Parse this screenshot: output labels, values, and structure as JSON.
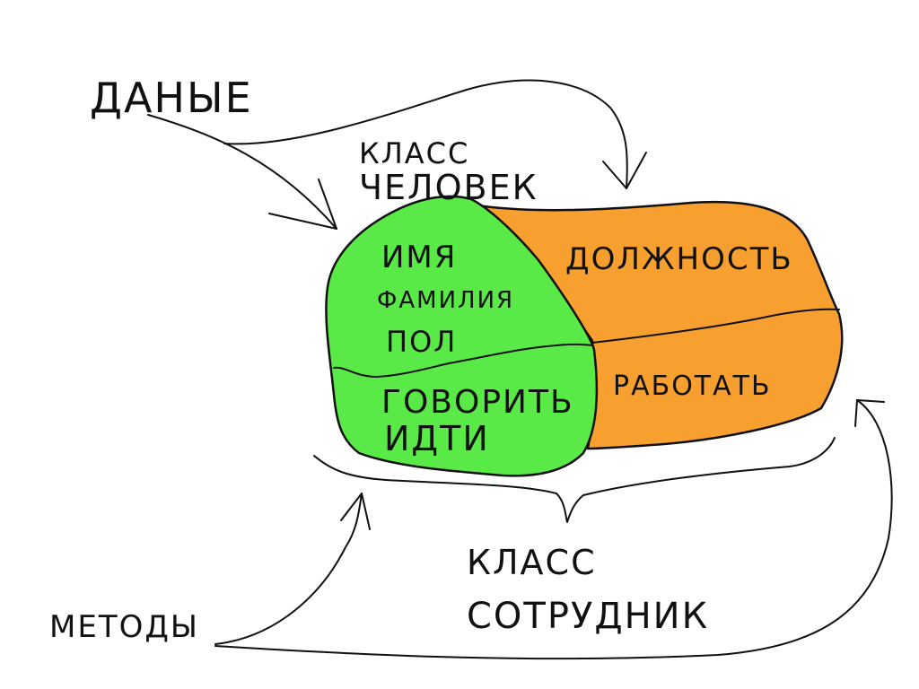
{
  "labels": {
    "data": "ДАНЫЕ",
    "methods": "МЕТОДЫ",
    "class_person_line1": "КЛАСС",
    "class_person_line2": "ЧЕЛОВЕК",
    "class_employee_line1": "КЛАСС",
    "class_employee_line2": "СОТРУДНИК"
  },
  "person_block": {
    "fields": [
      "ИМЯ",
      "ФАМИЛИЯ",
      "ПОЛ"
    ],
    "methods": [
      "ГОВОРИТЬ",
      "ИДТИ"
    ]
  },
  "employee_block": {
    "field": "ДОЛЖНОСТЬ",
    "method": "РАБОТАТЬ"
  },
  "colors": {
    "person_fill": "#5aea48",
    "employee_fill": "#f7a030",
    "ink": "#111111",
    "background": "#ffffff"
  }
}
